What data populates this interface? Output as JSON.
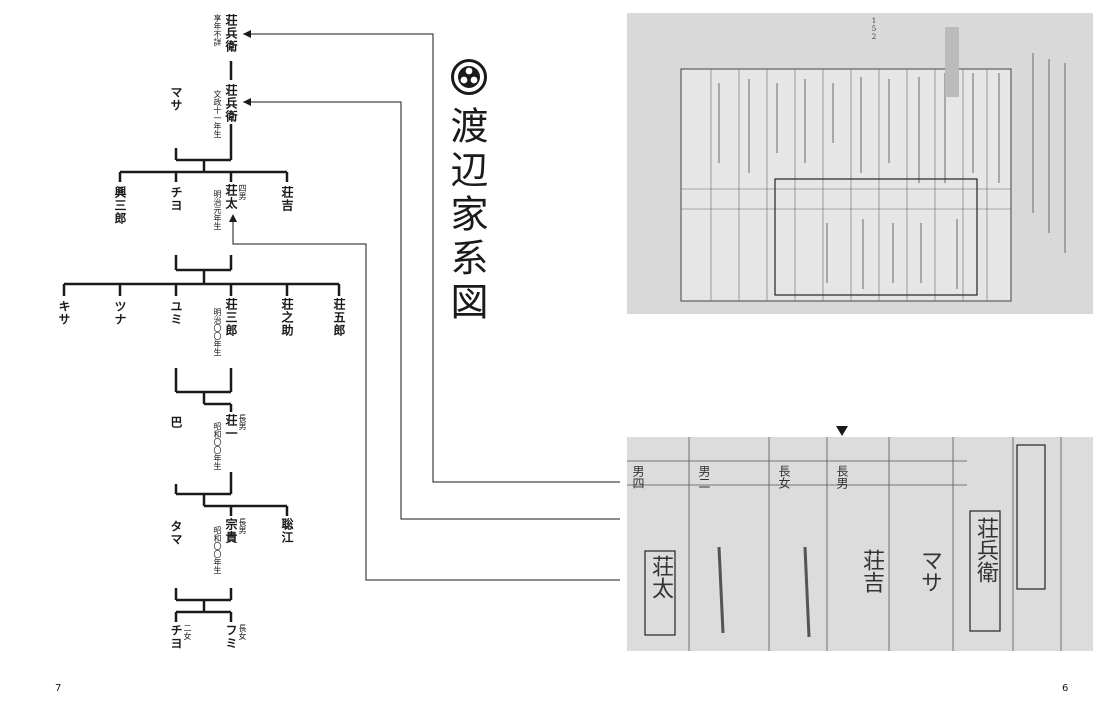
{
  "title": "渡辺家系図",
  "kamon": "family-crest",
  "page_left": "7",
  "page_right": "6",
  "tree": {
    "g1_name": "荘兵衛",
    "g1_note": "享年不詳",
    "g2_name": "荘兵衛",
    "g2_note": "文政十一年生",
    "g2_wife": "マサ",
    "g3_c1": "興三郎",
    "g3_c2": "チヨ",
    "g3_main": "荘太",
    "g3_main_rel": "四男",
    "g3_main_note": "明治元年生",
    "g3_c4": "荘吉",
    "g4_c1": "キサ",
    "g4_c2": "ツナ",
    "g4_c3": "ユミ",
    "g4_main": "荘三郎",
    "g4_main_note": "明治〇〇年生",
    "g4_c5": "荘之助",
    "g4_c6": "荘五郎",
    "g5_wife": "巴",
    "g5_main": "荘一",
    "g5_main_rel": "長男",
    "g5_main_note": "昭和〇〇年生",
    "g6_wife": "タマ",
    "g6_main": "宗貴",
    "g6_main_rel": "長男",
    "g6_main_note": "昭和〇〇年生",
    "g6_c2": "聡江",
    "g7_c1": "チヨ",
    "g7_c1_rel": "二女",
    "g7_c2": "フミ",
    "g7_c2_rel": "長女"
  },
  "register": {
    "page_no": "152",
    "headers": [
      "長男",
      "長女",
      "男二",
      "男四"
    ],
    "zoom_name_1": "荘太",
    "zoom_name_2": "荘吉",
    "zoom_wife": "マサ",
    "zoom_head": "荘兵衛"
  }
}
